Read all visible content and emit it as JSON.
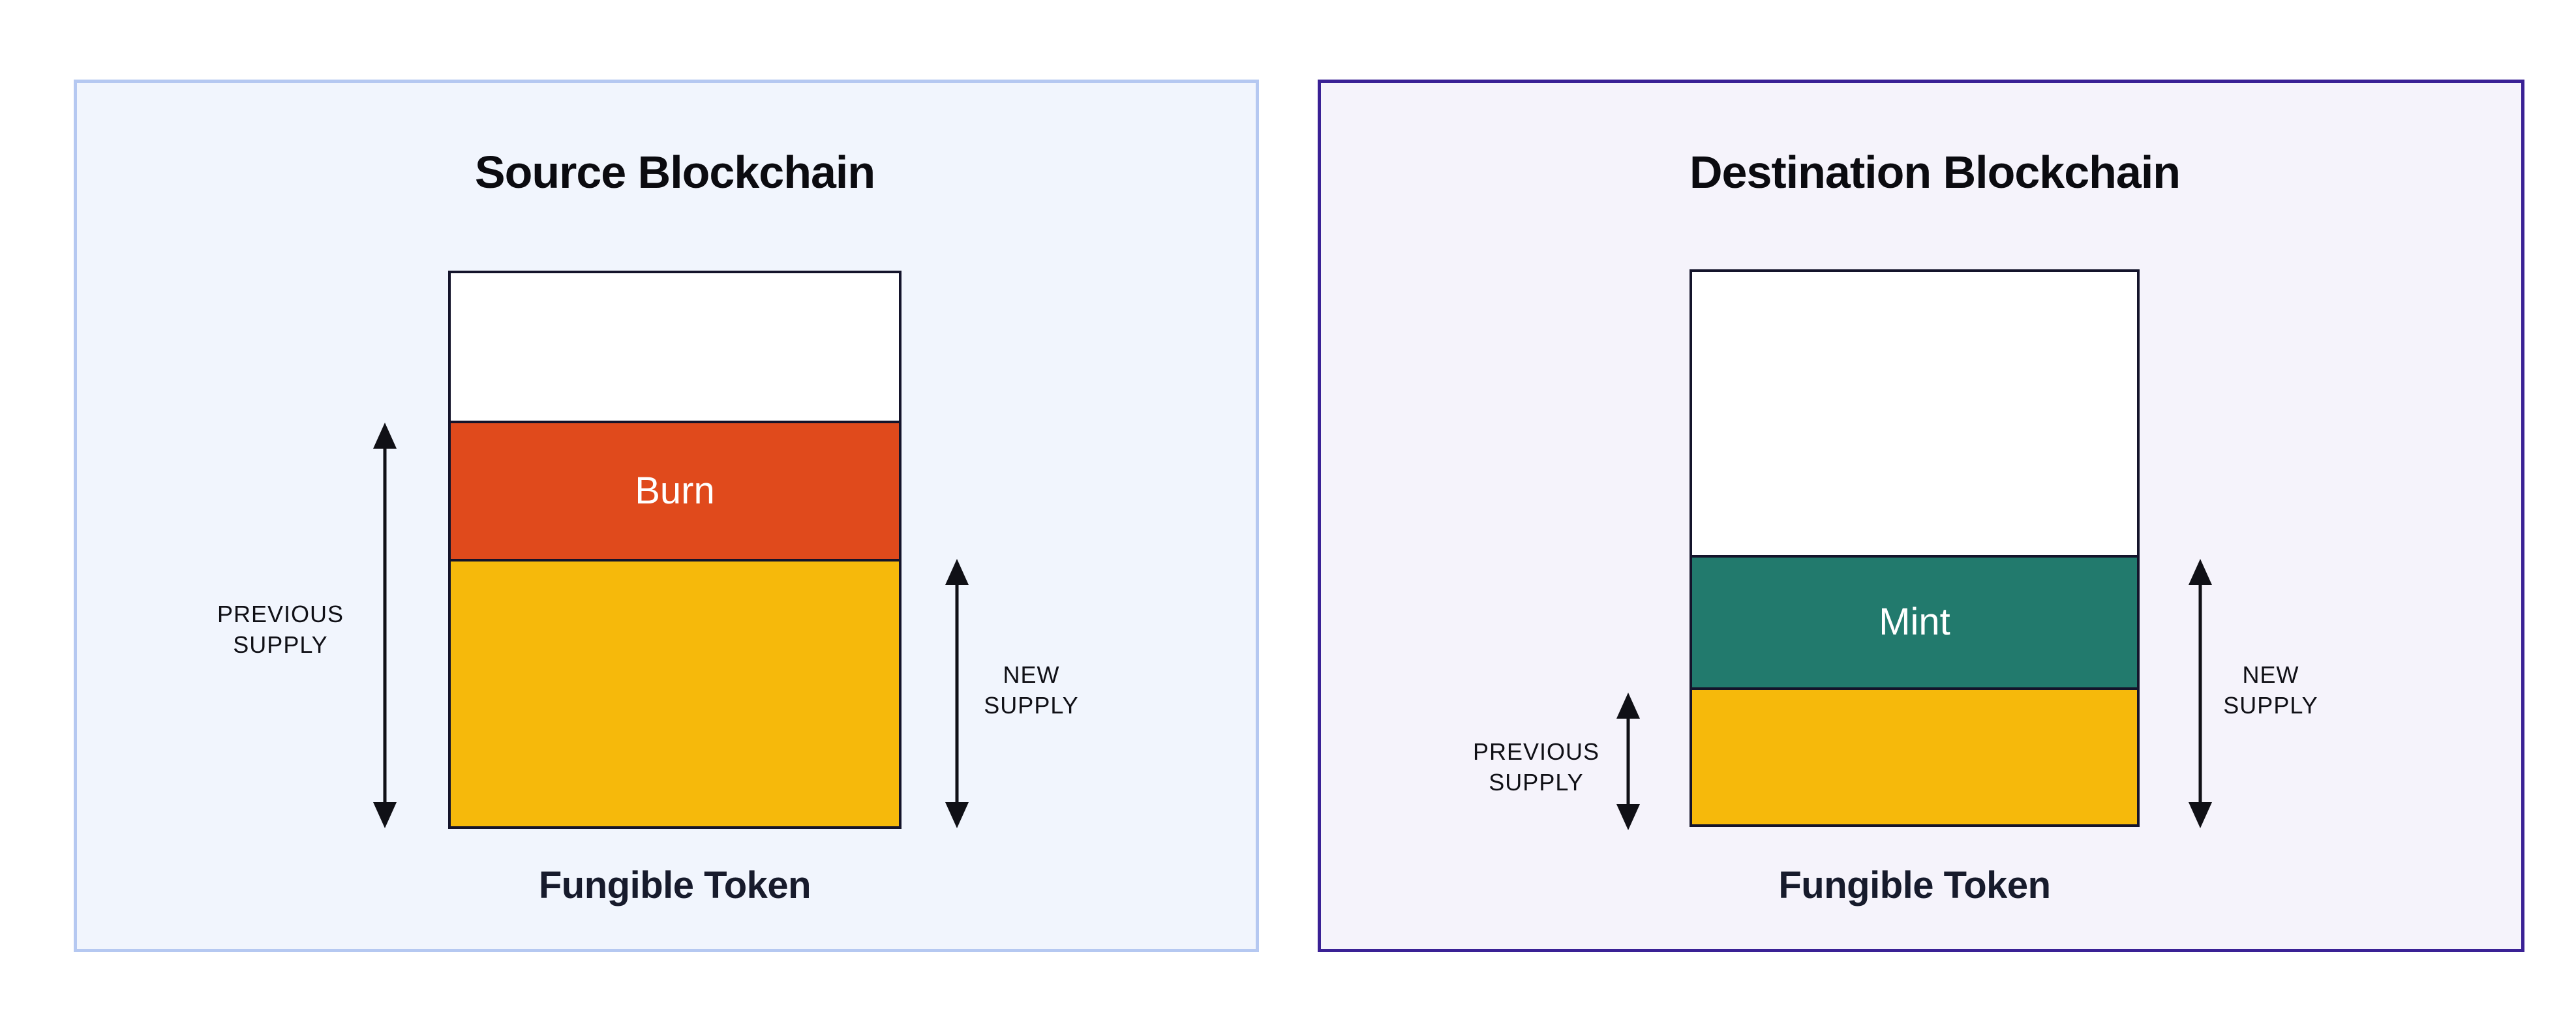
{
  "colors": {
    "page_background": "#FFFFFF",
    "source_panel_bg": "#F1F5FD",
    "source_panel_border": "#B5C8F1",
    "destination_panel_bg": "#F5F3FB",
    "destination_panel_border": "#3A2195",
    "bar_outline": "#14142B",
    "burn_red": "#E04A1C",
    "mint_teal": "#227A6D",
    "supply_yellow": "#F6B90B",
    "segment_empty_white": "#FFFFFF",
    "annotation_text": "#101016",
    "footer_text": "#171B2C"
  },
  "panels": [
    {
      "title": "Source Blockchain",
      "footer": "Fungible Token",
      "annotations": {
        "previous_supply": "PREVIOUS\nSUPPLY",
        "new_supply": "NEW\nSUPPLY"
      },
      "bar": {
        "segments": [
          {
            "name": "removed-empty",
            "label": "",
            "color": "#FFFFFF"
          },
          {
            "name": "burn",
            "label": "Burn",
            "color": "#E04A1C"
          },
          {
            "name": "remaining-supply",
            "label": "",
            "color": "#F6B90B"
          }
        ]
      }
    },
    {
      "title": "Destination Blockchain",
      "footer": "Fungible Token",
      "annotations": {
        "previous_supply": "PREVIOUS\nSUPPLY",
        "new_supply": "NEW\nSUPPLY"
      },
      "bar": {
        "segments": [
          {
            "name": "unminted-empty",
            "label": "",
            "color": "#FFFFFF"
          },
          {
            "name": "mint",
            "label": "Mint",
            "color": "#227A6D"
          },
          {
            "name": "previous-supply",
            "label": "",
            "color": "#F6B90B"
          }
        ]
      }
    }
  ]
}
